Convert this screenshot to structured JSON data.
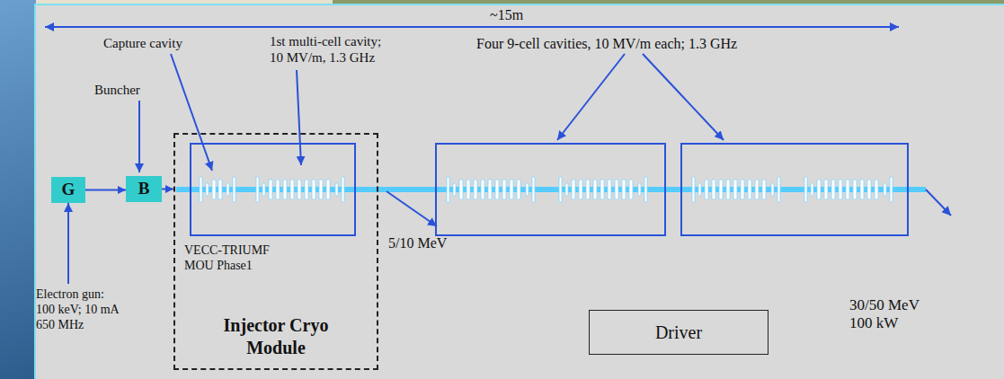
{
  "diagram": {
    "nodes": [
      {
        "text": [
          "G"
        ]
      },
      {
        "text": [
          "B"
        ]
      },
      {
        "text": [
          "VECC-TRIUMF MOU Phase1",
          "Injector Cryo Module"
        ]
      },
      {
        "text": [
          "Driver"
        ]
      }
    ],
    "edges": [
      {
        "from": 0,
        "to": 1,
        "arrow": "to"
      },
      {
        "from": 1,
        "to": 2,
        "arrow": "to"
      }
    ],
    "labels": [
      "~15m",
      "Capture cavity",
      "1st multi-cell cavity;",
      "10 MV/m, 1.3 GHz",
      "Four 9-cell cavities, 10 MV/m each; 1.3 GHz",
      "Buncher",
      "5/10 MeV",
      "30/50 MeV",
      "100 kW",
      "Electron gun:",
      "100 keV; 10 mA",
      "650 MHz"
    ]
  }
}
